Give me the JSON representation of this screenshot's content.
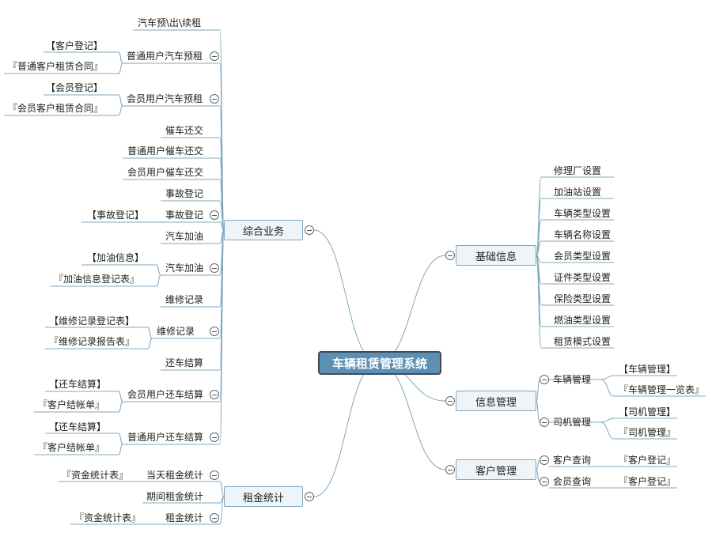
{
  "root": {
    "label": "车辆租赁管理系统"
  },
  "branches": {
    "zonghe": "综合业务",
    "zujin": "租金统计",
    "jichu": "基础信息",
    "xinxi": "信息管理",
    "kehu": "客户管理"
  },
  "zonghe": {
    "t1": "汽车预\\出\\续租",
    "t2": "普通用户汽车预租",
    "t2a": "【客户登记】",
    "t2b": "『普通客户租赁合同』",
    "t3": "会员用户汽车预租",
    "t3a": "【会员登记】",
    "t3b": "『会员客户租赁合同』",
    "t4": "催车还交",
    "t5": "普通用户催车还交",
    "t6": "会员用户催车还交",
    "t7": "事故登记",
    "t8": "事故登记",
    "t8a": "【事故登记】",
    "t9": "汽车加油",
    "t10": "汽车加油",
    "t10a": "【加油信息】",
    "t10b": "『加油信息登记表』",
    "t11": "维修记录",
    "t12": "维修记录",
    "t12a": "【维修记录登记表】",
    "t12b": "『维修记录报告表』",
    "t13": "还车结算",
    "t14": "会员用户还车结算",
    "t14a": "【还车结算】",
    "t14b": "『客户结帐单』",
    "t15": "普通用户还车结算",
    "t15a": "【还车结算】",
    "t15b": "『客户结帐单』"
  },
  "zujin": {
    "t1": "当天租金统计",
    "t1a": "『资金统计表』",
    "t2": "期间租金统计",
    "t3": "租金统计",
    "t3a": "『资金统计表』"
  },
  "jichu": {
    "items": [
      "修理厂设置",
      "加油站设置",
      "车辆类型设置",
      "车辆名称设置",
      "会员类型设置",
      "证件类型设置",
      "保险类型设置",
      "燃油类型设置",
      "租赁模式设置"
    ]
  },
  "xinxi": {
    "t1": "车辆管理",
    "t1a": "【车辆管理】",
    "t1b": "『车辆管理一览表』",
    "t2": "司机管理",
    "t2a": "【司机管理】",
    "t2b": "『司机管理』"
  },
  "kehu": {
    "t1": "客户查询",
    "t1a": "『客户登记』",
    "t2": "会员查询",
    "t2a": "『客户登记』"
  },
  "colors": {
    "line": "#7fa7c0",
    "root_fill": "#5c8fb4",
    "branch_fill": "#eef4f8"
  }
}
